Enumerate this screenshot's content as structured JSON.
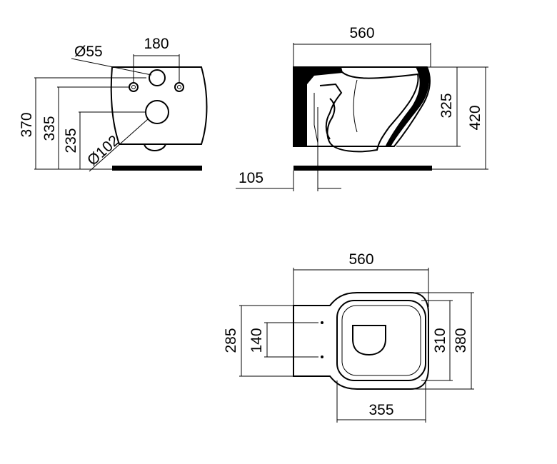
{
  "front_view": {
    "d_small": "Ø55",
    "width_top": "180",
    "h_370": "370",
    "h_335": "335",
    "h_235": "235",
    "d_large": "Ø102"
  },
  "side_view": {
    "length": "560",
    "h_325": "325",
    "h_420": "420",
    "offset": "105"
  },
  "top_view": {
    "length": "560",
    "w_285": "285",
    "w_140": "140",
    "w_310": "310",
    "w_380": "380",
    "bottom_355": "355"
  }
}
